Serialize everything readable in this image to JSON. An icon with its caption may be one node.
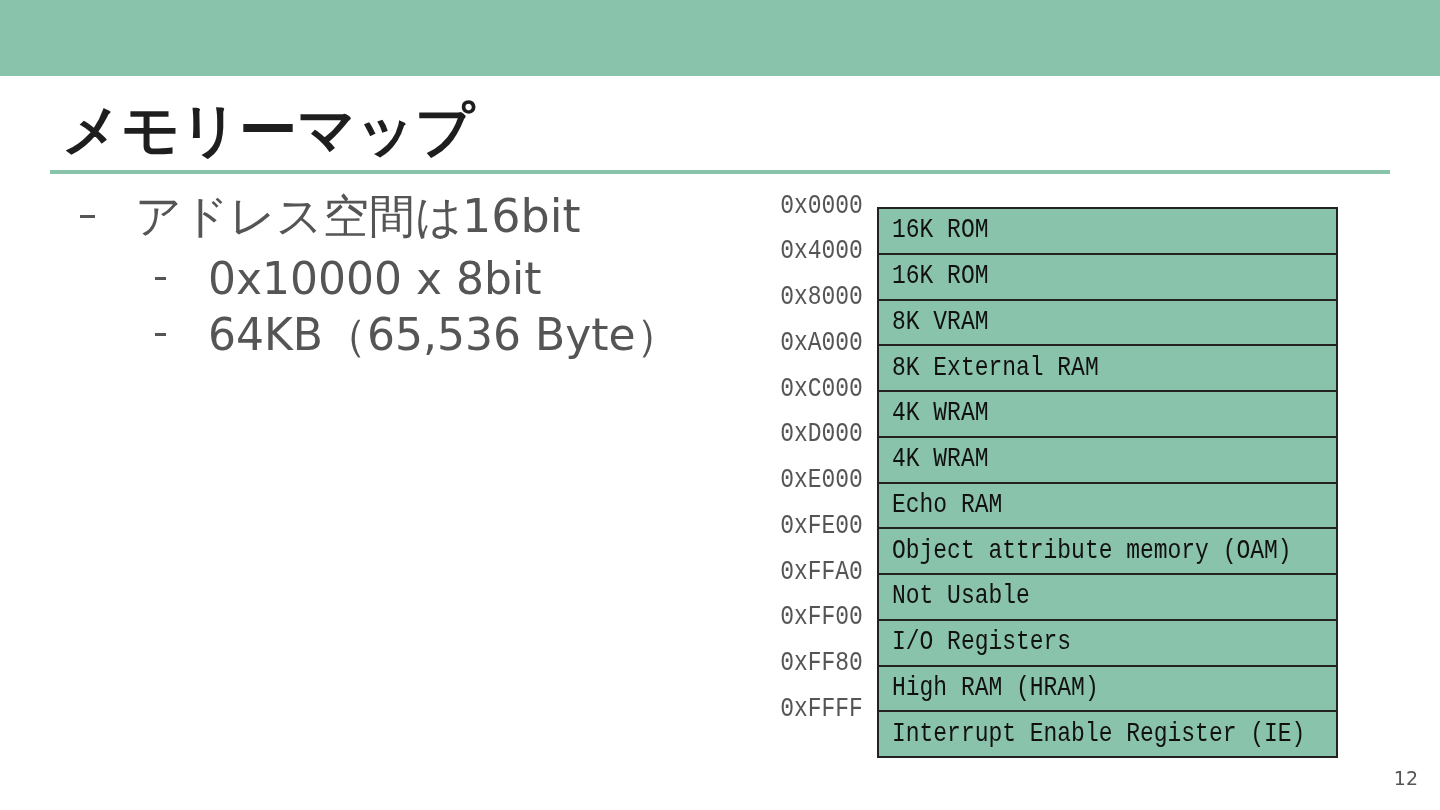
{
  "diagram": {
    "title": "メモリーマップ",
    "nodes": [
      {
        "text": [
          "16K ROM"
        ],
        "beside": [
          "0x0000"
        ]
      },
      {
        "text": [
          "16K ROM"
        ],
        "beside": [
          "0x4000"
        ]
      },
      {
        "text": [
          "8K VRAM"
        ],
        "beside": [
          "0x8000"
        ]
      },
      {
        "text": [
          "8K External RAM"
        ],
        "beside": [
          "0xA000"
        ]
      },
      {
        "text": [
          "4K WRAM"
        ],
        "beside": [
          "0xC000"
        ]
      },
      {
        "text": [
          "4K WRAM"
        ],
        "beside": [
          "0xD000"
        ]
      },
      {
        "text": [
          "Echo RAM"
        ],
        "beside": [
          "0xE000"
        ]
      },
      {
        "text": [
          "Object attribute memory (OAM)"
        ],
        "beside": [
          "0xFE00"
        ]
      },
      {
        "text": [
          "Not Usable"
        ],
        "beside": [
          "0xFFA0"
        ]
      },
      {
        "text": [
          "I/O Registers"
        ],
        "beside": [
          "0xFF00"
        ]
      },
      {
        "text": [
          "High RAM (HRAM)"
        ],
        "beside": [
          "0xFF80"
        ]
      },
      {
        "text": [
          "Interrupt Enable Register (IE)"
        ],
        "beside": [
          "0xFFFF"
        ]
      }
    ],
    "labels": [
      "アドレス空間は16bit",
      "0x10000 x 8bit",
      "64KB（65,536 Byte）",
      "12"
    ]
  }
}
